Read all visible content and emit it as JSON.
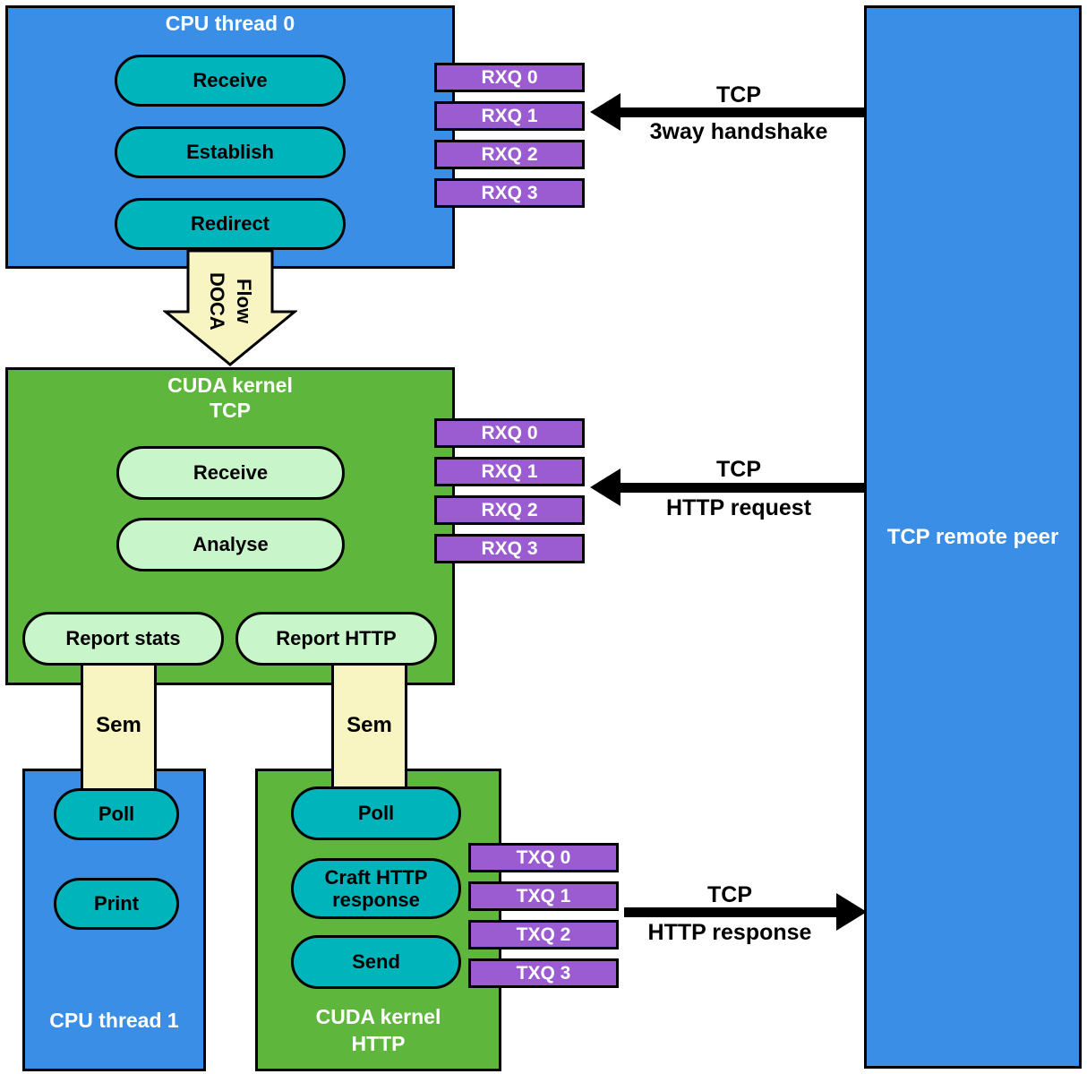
{
  "colors": {
    "blue": "#3a8ee6",
    "teal": "#00b4bc",
    "green": "#5eb73c",
    "light_green": "#c9f5cb",
    "purple": "#9a5cd0",
    "cream": "#f8f5c2"
  },
  "cpu_thread_0": {
    "title": "CPU thread 0",
    "steps": [
      "Receive",
      "Establish",
      "Redirect"
    ]
  },
  "rxq_top": [
    "RXQ 0",
    "RXQ 1",
    "RXQ 2",
    "RXQ 3"
  ],
  "arrow_handshake": {
    "line1": "TCP",
    "line2": "3way handshake"
  },
  "doca_flow_label": "DOCA\nFlow",
  "cuda_kernel_tcp": {
    "title_line1": "CUDA kernel",
    "title_line2": "TCP",
    "steps": [
      "Receive",
      "Analyse"
    ],
    "reports": [
      "Report stats",
      "Report HTTP"
    ]
  },
  "rxq_mid": [
    "RXQ 0",
    "RXQ 1",
    "RXQ 2",
    "RXQ 3"
  ],
  "arrow_request": {
    "line1": "TCP",
    "line2": "HTTP request"
  },
  "sem": {
    "left": "Sem",
    "right": "Sem"
  },
  "cpu_thread_1": {
    "title": "CPU thread 1",
    "steps": [
      "Poll",
      "Print"
    ]
  },
  "cuda_kernel_http": {
    "title_line1": "CUDA kernel",
    "title_line2": "HTTP",
    "steps": [
      "Poll",
      "Craft HTTP response",
      "Send"
    ]
  },
  "txq": [
    "TXQ 0",
    "TXQ 1",
    "TXQ 2",
    "TXQ 3"
  ],
  "arrow_response": {
    "line1": "TCP",
    "line2": "HTTP response"
  },
  "remote_peer": {
    "title": "TCP remote peer"
  }
}
